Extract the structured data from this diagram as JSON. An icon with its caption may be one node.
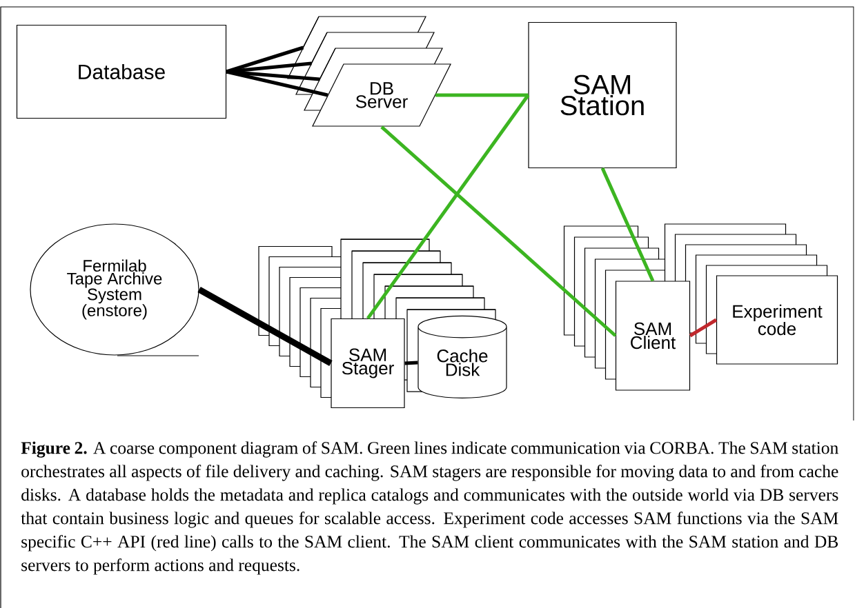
{
  "diagram": {
    "caption": "**Figure 2.** A coarse component diagram of SAM. Green lines indicate communication via CORBA. The SAM station orchestrates all aspects of file delivery and caching. SAM stagers are responsible for moving data to and from cache disks. A database holds the metadata and replica catalogs and communicates with the outside world via DB servers that contain business logic and queues for scalable access. Experiment code accesses SAM functions via the SAM specific C++ API (red line) calls to the SAM client. The SAM client communicates with the SAM station and DB servers to perform actions and requests.",
    "nodes": [
      {
        "text": [
          "Database"
        ]
      },
      {
        "text": [],
        "shape": "parallelogram"
      },
      {
        "text": [],
        "shape": "parallelogram"
      },
      {
        "text": [],
        "shape": "parallelogram"
      },
      {
        "text": [
          "DB Server"
        ]
      },
      {
        "text": [
          "SAM Station"
        ]
      },
      {
        "text": [
          "Fermilab Tape Archive System (enstore)"
        ]
      },
      {
        "text": [
          "SAM Stager"
        ]
      },
      {
        "text": [
          "Cache Disk"
        ]
      },
      {
        "text": [
          "SAM Client"
        ]
      },
      {
        "text": [
          "Experiment code"
        ]
      }
    ],
    "edges": [
      {
        "from": 0,
        "to": 1,
        "arrow": "none"
      },
      {
        "from": 0,
        "to": 2,
        "arrow": "none"
      },
      {
        "from": 0,
        "to": 3,
        "arrow": "none"
      },
      {
        "from": 0,
        "to": 4,
        "arrow": "none"
      },
      {
        "from": 4,
        "to": 5,
        "arrow": "none",
        "color": "#3cb521"
      },
      {
        "from": 5,
        "to": 7,
        "arrow": "none",
        "color": "#3cb521"
      },
      {
        "from": 4,
        "to": 9,
        "arrow": "none",
        "color": "#3cb521"
      },
      {
        "from": 5,
        "to": 9,
        "arrow": "none",
        "color": "#3cb521"
      },
      {
        "from": 6,
        "to": 7,
        "arrow": "none",
        "style": "thick"
      },
      {
        "from": 7,
        "to": 8,
        "arrow": "none"
      },
      {
        "from": 9,
        "to": 10,
        "arrow": "none",
        "color": "#c0282d"
      }
    ]
  }
}
